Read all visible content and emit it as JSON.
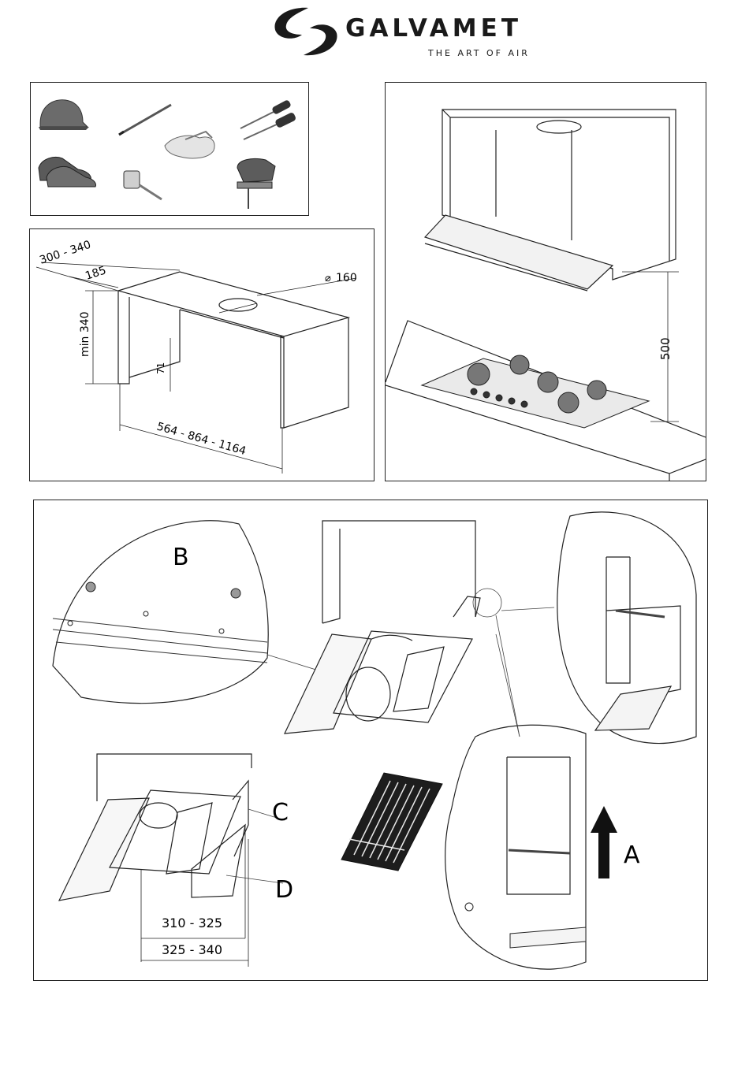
{
  "logo": {
    "brand": "GALVAMET",
    "tagline": "THE ART OF AIR"
  },
  "tools_panel": {
    "icons": [
      "helmet-icon",
      "pencil-icon",
      "gloves-icon",
      "screwdrivers-icon",
      "safety-shoes-icon",
      "tape-measure-icon",
      "jigsaw-icon"
    ]
  },
  "cabinet_dimensions": {
    "depth": "300 - 340",
    "offset": "185",
    "min_height": "min 340",
    "gap": "71",
    "width": "564 - 864 - 1164",
    "hole_diameter": "160"
  },
  "hob_panel": {
    "height": "500"
  },
  "install_panel": {
    "label_b": "B",
    "label_c": "C",
    "label_d": "D",
    "label_a": "A",
    "dim_inner": "310 - 325",
    "dim_outer": "325 - 340"
  },
  "colors": {
    "line": "#222222",
    "shade": "#d9d9d9",
    "dark": "#1a1a1a"
  }
}
